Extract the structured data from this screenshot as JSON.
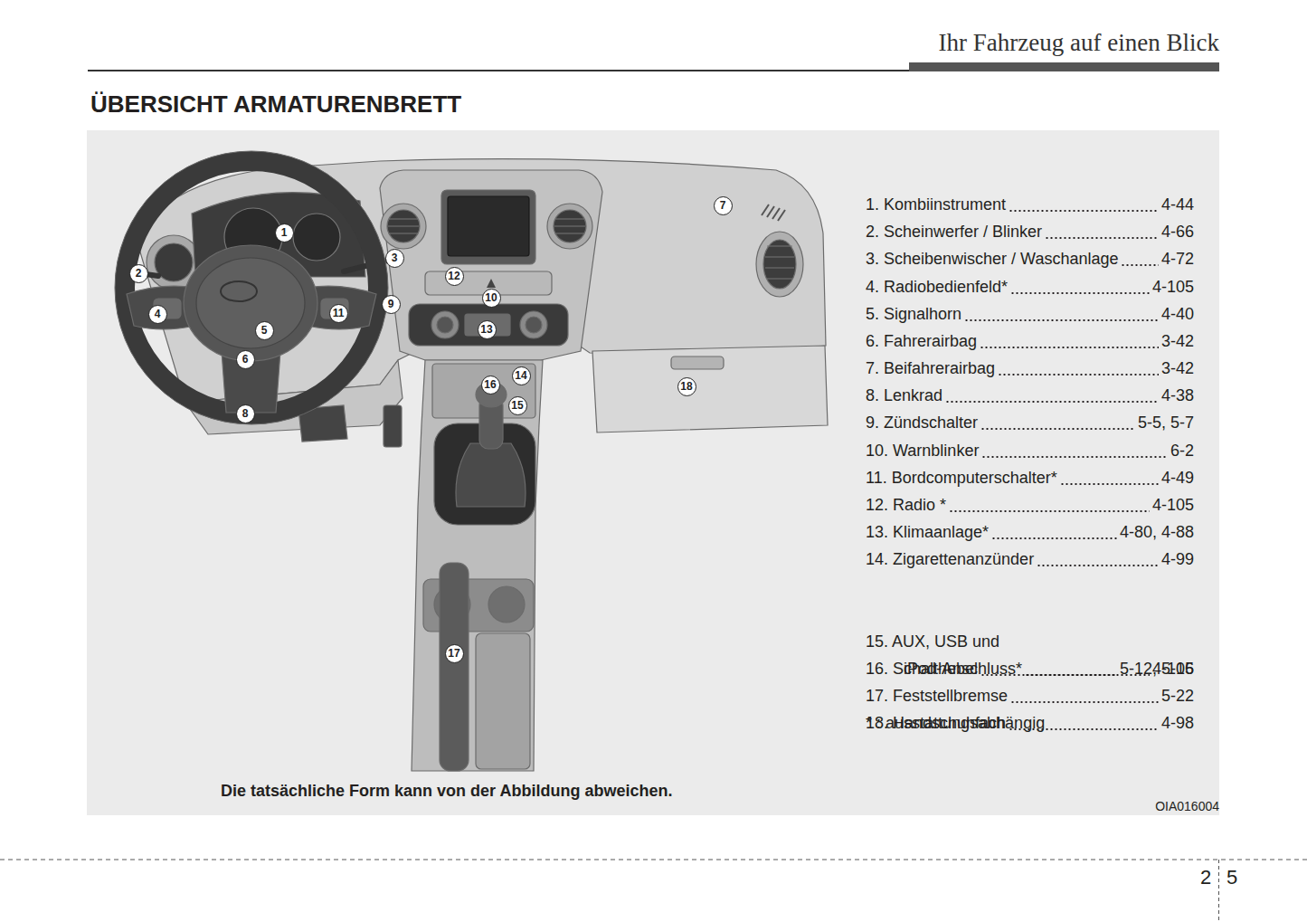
{
  "diagram": {
    "title": "ÜBERSICHT ARMATURENBRETT",
    "caption": "Die tatsächliche Form kann von der Abbildung abweichen.",
    "labels": [
      "Ihr Fahrzeug auf einen Blick",
      "1",
      "2",
      "3",
      "4",
      "5",
      "6",
      "7",
      "8",
      "9",
      "10",
      "11",
      "12",
      "13",
      "14",
      "15",
      "16",
      "17",
      "18",
      "1. Kombiinstrument",
      "4-44",
      "2. Scheinwerfer / Blinker",
      "4-66",
      "3. Scheibenwischer / Waschanlage",
      "4-72",
      "4. Radiobedienfeld*",
      "4-105",
      "5. Signalhorn",
      "4-40",
      "6. Fahrerairbag",
      "3-42",
      "7. Beifahrerairbag",
      "3-42",
      "8. Lenkrad",
      "4-38",
      "9. Zündschalter",
      "5-5, 5-7",
      "10. Warnblinker",
      "6-2",
      "11. Bordcomputerschalter*",
      "4-49",
      "12. Radio *",
      "4-105",
      "13. Klimaanlage*",
      "4-80, 4-88",
      "14. Zigarettenanzünder",
      "4-99",
      "15. AUX, USB und iPod-Anschluss*",
      "4-106",
      "16. Schalthebel",
      "5-12, 5-15",
      "17. Feststellbremse",
      "5-22",
      "18. Handschuhfach",
      "4-98",
      "* : ausstattungsabhängig",
      "OIA016004",
      "2",
      "5"
    ]
  }
}
